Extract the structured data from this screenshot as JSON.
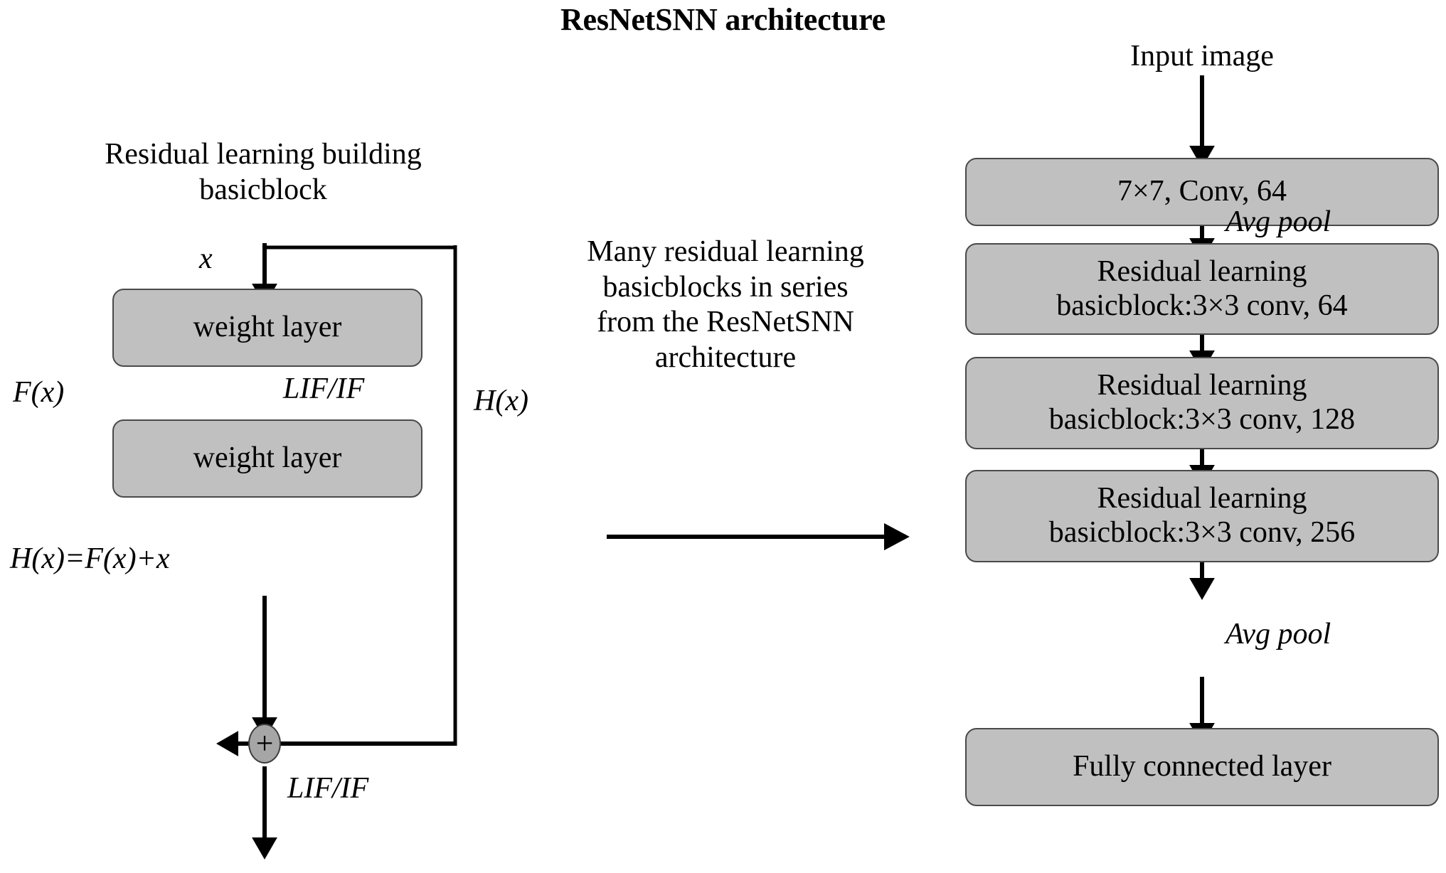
{
  "title": "ResNetSNN architecture",
  "left_panel": {
    "heading_line1": "Residual learning building",
    "heading_line2": "basicblock",
    "input_label": "x",
    "block1_label": "weight layer",
    "block2_label": "weight layer",
    "residual_fn_label": "F(x)",
    "identity_label": "H(x)",
    "spike_label_1": "LIF/IF",
    "spike_label_2": "LIF/IF",
    "sum_equation": "H(x)=F(x)+x",
    "sum_symbol": "+"
  },
  "middle_panel": {
    "caption_lines": [
      "Many residual learning",
      "basicblocks in series",
      "from the ResNetSNN",
      "architecture"
    ]
  },
  "right_panel": {
    "input_label": "Input image",
    "blocks": [
      {
        "line1": "7×7, Conv, 64",
        "line2": ""
      },
      {
        "line1": "Residual learning",
        "line2": "basicblock:3×3 conv, 64"
      },
      {
        "line1": "Residual learning",
        "line2": "basicblock:3×3 conv, 128"
      },
      {
        "line1": "Residual learning",
        "line2": "basicblock:3×3 conv, 256"
      },
      {
        "line1": "Fully connected layer",
        "line2": ""
      }
    ],
    "pool_label_1": "Avg pool",
    "pool_label_2": "Avg pool"
  },
  "colors": {
    "box_fill": "#c0c0c0",
    "box_stroke": "#4a4a4a",
    "node_fill": "#a6a6a6",
    "line": "#000000",
    "background": "#ffffff"
  }
}
